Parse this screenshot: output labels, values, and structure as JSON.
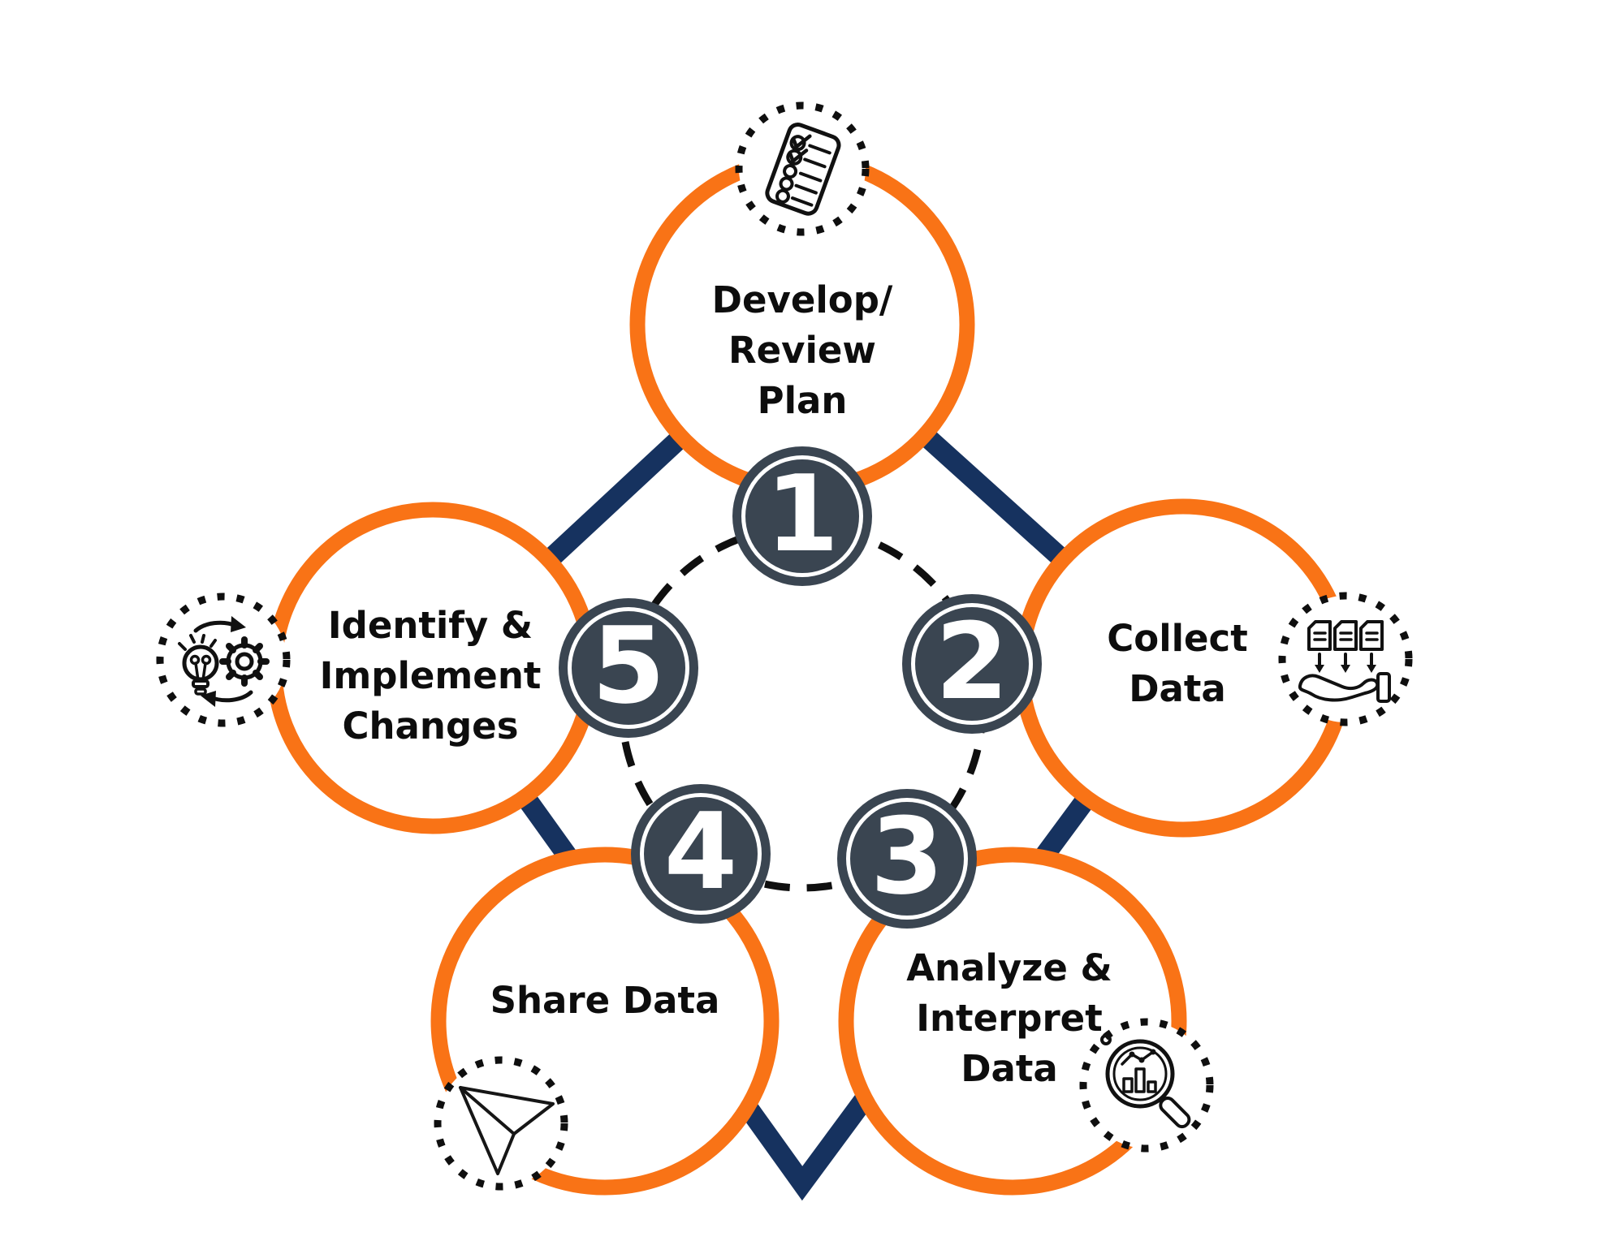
{
  "diagram": {
    "type": "process-cycle",
    "steps": [
      {
        "number": "1",
        "label": "Develop/\nReview\nPlan",
        "icon": "checklist-icon"
      },
      {
        "number": "2",
        "label": "Collect\nData",
        "icon": "documents-into-hand-icon"
      },
      {
        "number": "3",
        "label": "Analyze &\nInterpret\nData",
        "icon": "magnifier-bar-chart-icon"
      },
      {
        "number": "4",
        "label": "Share Data",
        "icon": "paper-plane-icon"
      },
      {
        "number": "5",
        "label": "Identify &\nImplement\nChanges",
        "icon": "lightbulb-gear-cycle-icon"
      }
    ],
    "colors": {
      "orange": "#F97316",
      "navy": "#16325F",
      "slate": "#3A4551",
      "ink": "#0D0D0D",
      "background": "#FFFFFF"
    }
  }
}
